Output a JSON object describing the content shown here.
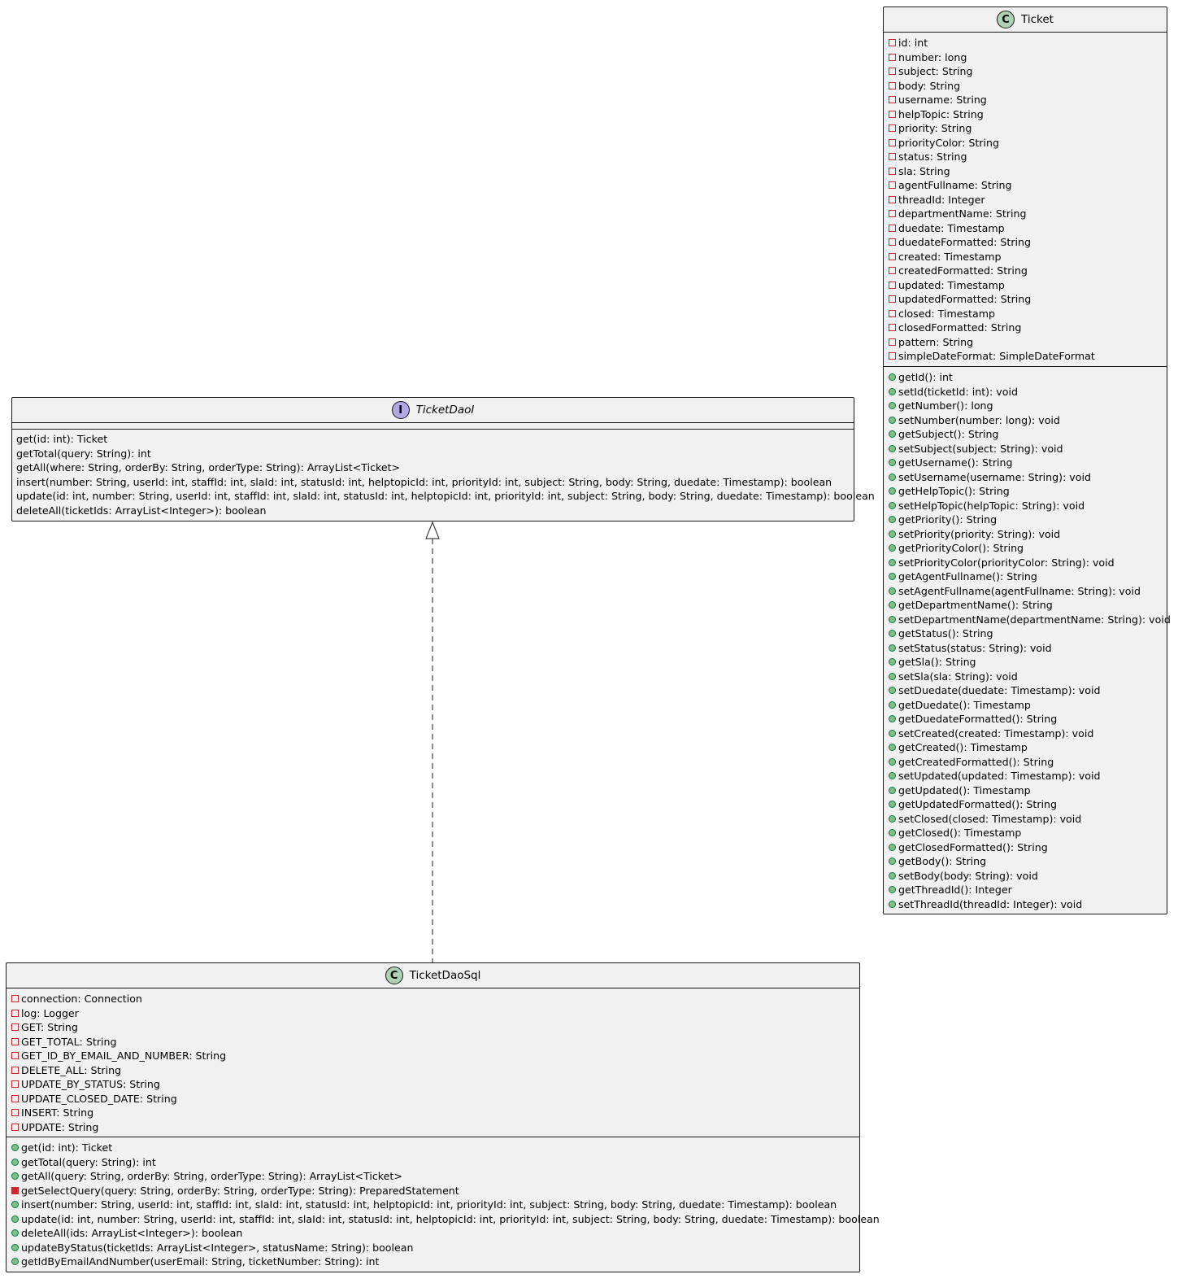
{
  "ticket": {
    "name": "Ticket",
    "stereotype_letter": "C",
    "fields": [
      "id: int",
      "number: long",
      "subject: String",
      "body: String",
      "username: String",
      "helpTopic: String",
      "priority: String",
      "priorityColor: String",
      "status: String",
      "sla: String",
      "agentFullname: String",
      "threadId: Integer",
      "departmentName: String",
      "duedate: Timestamp",
      "duedateFormatted: String",
      "created: Timestamp",
      "createdFormatted: String",
      "updated: Timestamp",
      "updatedFormatted: String",
      "closed: Timestamp",
      "closedFormatted: String",
      "pattern: String",
      "simpleDateFormat: SimpleDateFormat"
    ],
    "methods": [
      "getId(): int",
      "setId(ticketId: int): void",
      "getNumber(): long",
      "setNumber(number: long): void",
      "getSubject(): String",
      "setSubject(subject: String): void",
      "getUsername(): String",
      "setUsername(username: String): void",
      "getHelpTopic(): String",
      "setHelpTopic(helpTopic: String): void",
      "getPriority(): String",
      "setPriority(priority: String): void",
      "getPriorityColor(): String",
      "setPriorityColor(priorityColor: String): void",
      "getAgentFullname(): String",
      "setAgentFullname(agentFullname: String): void",
      "getDepartmentName(): String",
      "setDepartmentName(departmentName: String): void",
      "getStatus(): String",
      "setStatus(status: String): void",
      "getSla(): String",
      "setSla(sla: String): void",
      "setDuedate(duedate: Timestamp): void",
      "getDuedate(): Timestamp",
      "getDuedateFormatted(): String",
      "setCreated(created: Timestamp): void",
      "getCreated(): Timestamp",
      "getCreatedFormatted(): String",
      "setUpdated(updated: Timestamp): void",
      "getUpdated(): Timestamp",
      "getUpdatedFormatted(): String",
      "setClosed(closed: Timestamp): void",
      "getClosed(): Timestamp",
      "getClosedFormatted(): String",
      "getBody(): String",
      "setBody(body: String): void",
      "getThreadId(): Integer",
      "setThreadId(threadId: Integer): void"
    ]
  },
  "ticketDaoI": {
    "name": "TicketDaoI",
    "stereotype_letter": "I",
    "methods": [
      "get(id: int): Ticket",
      "getTotal(query: String): int",
      "getAll(where: String, orderBy: String, orderType: String): ArrayList<Ticket>",
      "insert(number: String, userId: int, staffId: int, slaId: int, statusId: int, helptopicId: int, priorityId: int, subject: String, body: String, duedate: Timestamp): boolean",
      "update(id: int, number: String, userId: int, staffId: int, slaId: int, statusId: int, helptopicId: int, priorityId: int, subject: String, body: String, duedate: Timestamp): boolean",
      "deleteAll(ticketIds: ArrayList<Integer>): boolean"
    ]
  },
  "ticketDaoSql": {
    "name": "TicketDaoSql",
    "stereotype_letter": "C",
    "fields": [
      "connection: Connection",
      "log: Logger",
      "GET: String",
      "GET_TOTAL: String",
      "GET_ID_BY_EMAIL_AND_NUMBER: String",
      "DELETE_ALL: String",
      "UPDATE_BY_STATUS: String",
      "UPDATE_CLOSED_DATE: String",
      "INSERT: String",
      "UPDATE: String"
    ],
    "methods": [
      {
        "text": "get(id: int): Ticket",
        "visibility": "public"
      },
      {
        "text": "getTotal(query: String): int",
        "visibility": "public"
      },
      {
        "text": "getAll(query: String, orderBy: String, orderType: String): ArrayList<Ticket>",
        "visibility": "public"
      },
      {
        "text": "getSelectQuery(query: String, orderBy: String, orderType: String): PreparedStatement",
        "visibility": "private"
      },
      {
        "text": "insert(number: String, userId: int, staffId: int, slaId: int, statusId: int, helptopicId: int, priorityId: int, subject: String, body: String, duedate: Timestamp): boolean",
        "visibility": "public"
      },
      {
        "text": "update(id: int, number: String, userId: int, staffId: int, slaId: int, statusId: int, helptopicId: int, priorityId: int, subject: String, body: String, duedate: Timestamp): boolean",
        "visibility": "public"
      },
      {
        "text": "deleteAll(ids: ArrayList<Integer>): boolean",
        "visibility": "public"
      },
      {
        "text": "updateByStatus(ticketIds: ArrayList<Integer>, statusName: String): boolean",
        "visibility": "public"
      },
      {
        "text": "getIdByEmailAndNumber(userEmail: String, ticketNumber: String): int",
        "visibility": "public"
      }
    ]
  },
  "colors": {
    "class_fill": "#f1f1f1",
    "border": "#181818",
    "class_badge": "#add1b2",
    "interface_badge": "#b4a7e5",
    "private": "#c82930",
    "public_fill": "#84be84",
    "public_border": "#038048"
  }
}
